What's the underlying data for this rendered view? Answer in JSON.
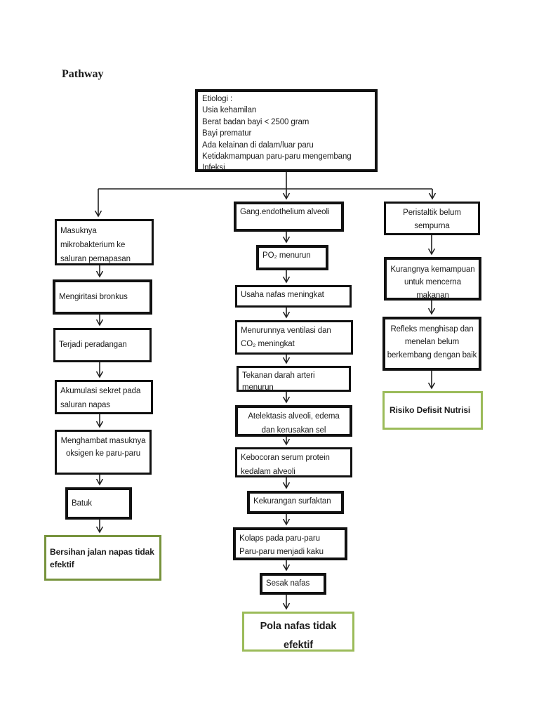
{
  "title": "Pathway",
  "etiology": "Etiologi :\nUsia kehamilan\nBerat badan bayi < 2500 gram\nBayi prematur\nAda kelainan di dalam/luar paru\nKetidakmampuan paru-paru mengembang\nInfeksi",
  "columns": {
    "left": {
      "steps": [
        "Masuknya mikrobakterium ke saluran pernapasan",
        "Mengiritasi bronkus",
        "Terjadi peradangan",
        "Akumulasi sekret pada saluran napas",
        "Menghambat masuknya oksigen ke paru-paru",
        "Batuk"
      ],
      "outcome": "Bersihan jalan napas tidak efektif"
    },
    "middle": {
      "steps": [
        "Gang.endothelium alveoli",
        "PO₂ menurun",
        "Usaha nafas meningkat",
        "Menurunnya ventilasi dan CO₂ meningkat",
        "Tekanan darah arteri menurun",
        "Atelektasis alveoli, edema dan kerusakan sel",
        "Kebocoran serum protein kedalam alveoli",
        "Kekurangan surfaktan",
        "Kolaps pada paru-paru Paru-paru menjadi kaku",
        "Sesak nafas"
      ],
      "outcome": "Pola nafas tidak efektif"
    },
    "right": {
      "steps": [
        "Peristaltik belum sempurna",
        "Kurangnya kemampuan untuk mencerna makanan",
        "Refleks menghisap dan menelan belum berkembang dengan baik"
      ],
      "outcome": "Risiko Defisit Nutrisi"
    }
  },
  "colors": {
    "node_border": "#111111",
    "outcome_green_dark": "#77933c",
    "outcome_green_light": "#9bbb59"
  }
}
